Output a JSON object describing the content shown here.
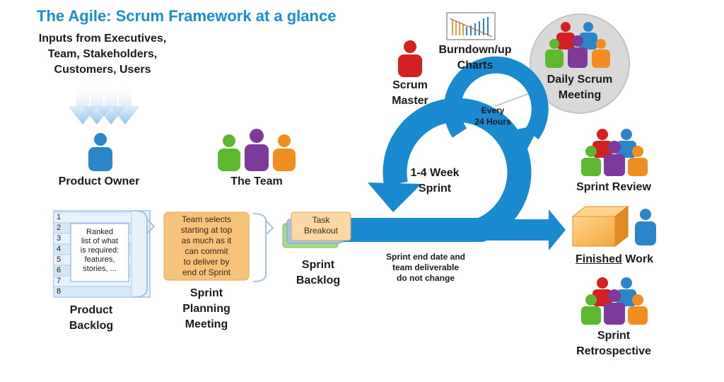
{
  "title": "The Agile: Scrum Framework at a glance",
  "inputs": [
    "Inputs from Executives,",
    "Team, Stakeholders,",
    "Customers, Users"
  ],
  "product_owner": "Product Owner",
  "the_team": "The Team",
  "scrum_master": [
    "Scrum",
    "Master"
  ],
  "burndown": [
    "Burndown/up",
    "Charts"
  ],
  "daily_scrum": [
    "Daily Scrum",
    "Meeting"
  ],
  "every_24": [
    "Every",
    "24 Hours"
  ],
  "sprint_loop": [
    "1-4 Week",
    "Sprint"
  ],
  "backlog_numbers": [
    "1",
    "2",
    "3",
    "4",
    "5",
    "6",
    "7",
    "8"
  ],
  "backlog_note": [
    "Ranked",
    "list of what",
    "is required:",
    "features,",
    "stories, ..."
  ],
  "product_backlog": [
    "Product",
    "Backlog"
  ],
  "planning_note": [
    "Team selects",
    "starting at top",
    "as much as it",
    "can commit",
    "to deliver by",
    "end of Sprint"
  ],
  "planning_label": [
    "Sprint",
    "Planning",
    "Meeting"
  ],
  "task_breakout": [
    "Task",
    "Breakout"
  ],
  "sprint_backlog": [
    "Sprint",
    "Backlog"
  ],
  "sprint_note": [
    "Sprint end date and",
    "team deliverable",
    "do not change"
  ],
  "sprint_review": "Sprint Review",
  "finished_underlined": "Finished",
  "finished_rest": " Work",
  "retrospective": [
    "Sprint",
    "Retrospective"
  ],
  "colors": {
    "title": "#1a8fd0",
    "arrow_blue": "#1a8ad0",
    "person_blue": "#2a86c8",
    "person_red": "#d42020",
    "person_green": "#5cb82e",
    "person_purple": "#7d3a9a",
    "person_orange": "#f08c20",
    "orange_note": "#f7c27c",
    "backlog_blue": "#cfe3f5"
  }
}
